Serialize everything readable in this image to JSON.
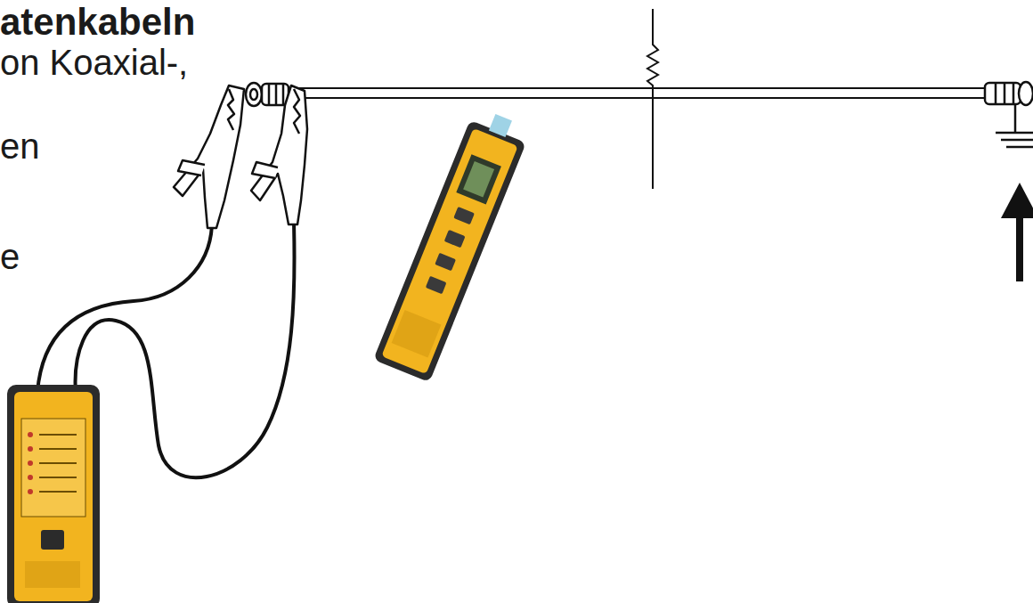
{
  "diagram": {
    "title": "atenkabeln",
    "labels": [
      "on Koaxial-,",
      "en",
      "e"
    ]
  }
}
